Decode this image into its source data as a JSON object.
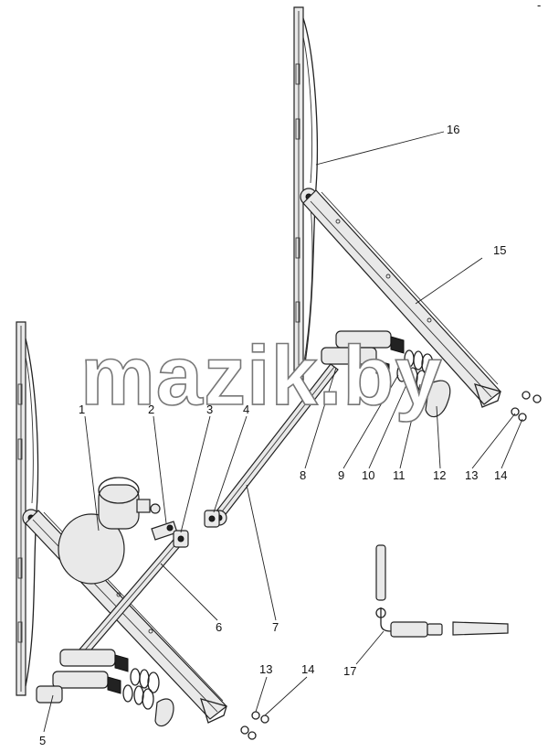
{
  "watermark": "mazik.by",
  "corner_mark": "-",
  "callouts": [
    {
      "id": "1",
      "label": "1"
    },
    {
      "id": "2",
      "label": "2"
    },
    {
      "id": "3",
      "label": "3"
    },
    {
      "id": "4",
      "label": "4"
    },
    {
      "id": "5",
      "label": "5"
    },
    {
      "id": "6",
      "label": "6"
    },
    {
      "id": "7",
      "label": "7"
    },
    {
      "id": "8",
      "label": "8"
    },
    {
      "id": "9",
      "label": "9"
    },
    {
      "id": "10",
      "label": "10"
    },
    {
      "id": "11",
      "label": "11"
    },
    {
      "id": "12",
      "label": "12"
    },
    {
      "id": "13a",
      "label": "13"
    },
    {
      "id": "14a",
      "label": "14"
    },
    {
      "id": "13b",
      "label": "13"
    },
    {
      "id": "14b",
      "label": "14"
    },
    {
      "id": "15",
      "label": "15"
    },
    {
      "id": "16",
      "label": "16"
    },
    {
      "id": "17",
      "label": "17"
    }
  ]
}
